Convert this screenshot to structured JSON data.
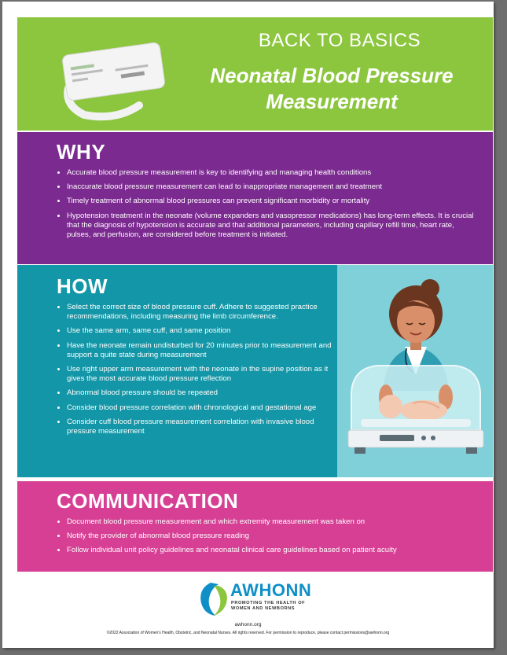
{
  "header": {
    "kicker": "BACK TO BASICS",
    "title_line1": "Neonatal Blood Pressure",
    "title_line2": "Measurement"
  },
  "why": {
    "heading": "WHY",
    "items": [
      "Accurate blood pressure measurement is key to identifying and managing health conditions",
      "Inaccurate blood pressure measurement can lead to inappropriate management and treatment",
      "Timely treatment of abnormal blood pressures can prevent significant morbidity or mortality",
      "Hypotension treatment in the neonate (volume expanders and vasopressor medications) has long-term effects. It is crucial that the diagnosis of hypotension is accurate and that additional parameters, including capillary refill time, heart rate, pulses, and perfusion, are considered before treatment is initiated."
    ]
  },
  "how": {
    "heading": "HOW",
    "items": [
      "Select the correct size of blood pressure cuff. Adhere to suggested practice recommendations, including measuring the limb circumference.",
      "Use the same arm, same cuff, and same position",
      "Have the neonate remain undisturbed for 20 minutes prior to measurement and support a quite state during measurement",
      "Use right upper arm measurement with the neonate in the supine position as it gives the most accurate blood pressure reflection",
      "Abnormal blood pressure should be repeated",
      "Consider blood pressure correlation with chronological and gestational age",
      "Consider cuff blood pressure measurement correlation with invasive blood pressure measurement"
    ]
  },
  "communication": {
    "heading": "COMMUNICATION",
    "items": [
      "Document blood pressure measurement and which extremity measurement was taken on",
      "Notify the provider of abnormal blood pressure reading",
      "Follow individual unit policy guidelines and neonatal clinical care guidelines based on patient acuity"
    ]
  },
  "footer": {
    "logo_word": "AWHONN",
    "tagline": "PROMOTING THE HEALTH OF WOMEN AND NEWBORNS",
    "site": "awhonn.org",
    "copyright": "©2022 Association of Women's Health, Obstetric, and Neonatal Nurses. All rights reserved. For permission to reproduce, please contact permissions@awhonn.org"
  },
  "colors": {
    "header_green": "#8cc63f",
    "why_purple": "#7b2a8f",
    "how_teal": "#1396a7",
    "communication_pink": "#d63f94",
    "logo_blue": "#0e8fc7"
  }
}
